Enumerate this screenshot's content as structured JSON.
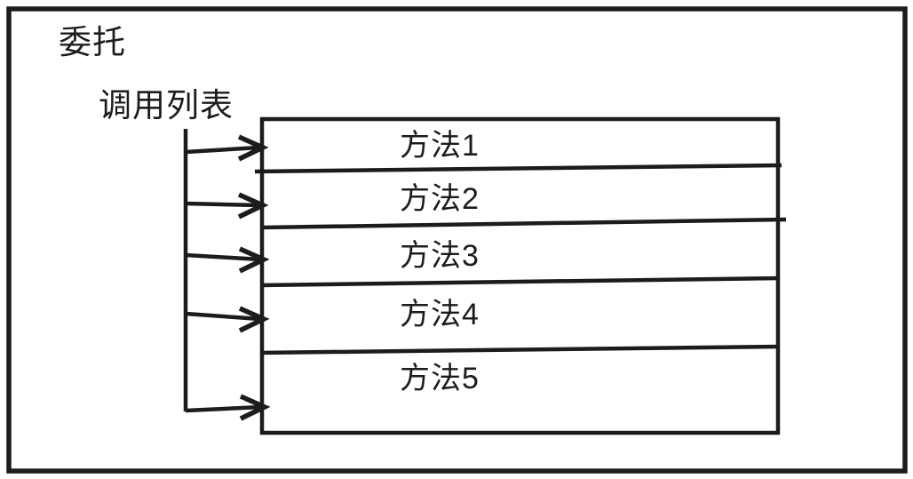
{
  "diagram": {
    "title": "委托",
    "invocation_list_label": "调用列表",
    "methods": [
      "方法1",
      "方法2",
      "方法3",
      "方法4",
      "方法5"
    ],
    "colors": {
      "stroke": "#1c1c1c",
      "background": "#ffffff"
    }
  }
}
